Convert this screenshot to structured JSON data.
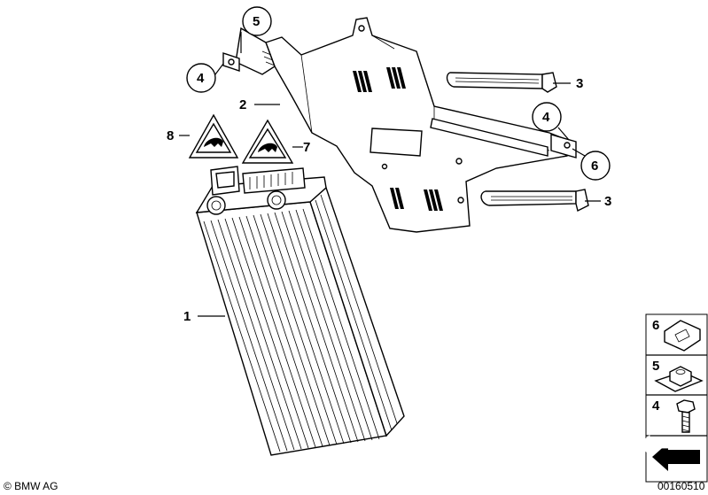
{
  "callouts": {
    "amplifier": "1",
    "bracket": "2",
    "strap_upper": "3",
    "strap_lower": "3",
    "nut_left": "4",
    "nut_right": "4",
    "clip_top": "5",
    "clip_right": "6",
    "label_right": "7",
    "label_left": "8"
  },
  "legend": {
    "item_6": "6",
    "item_5": "5",
    "item_4": "4"
  },
  "footer": {
    "copyright": "© BMW AG",
    "diagram_number": "00160510"
  }
}
